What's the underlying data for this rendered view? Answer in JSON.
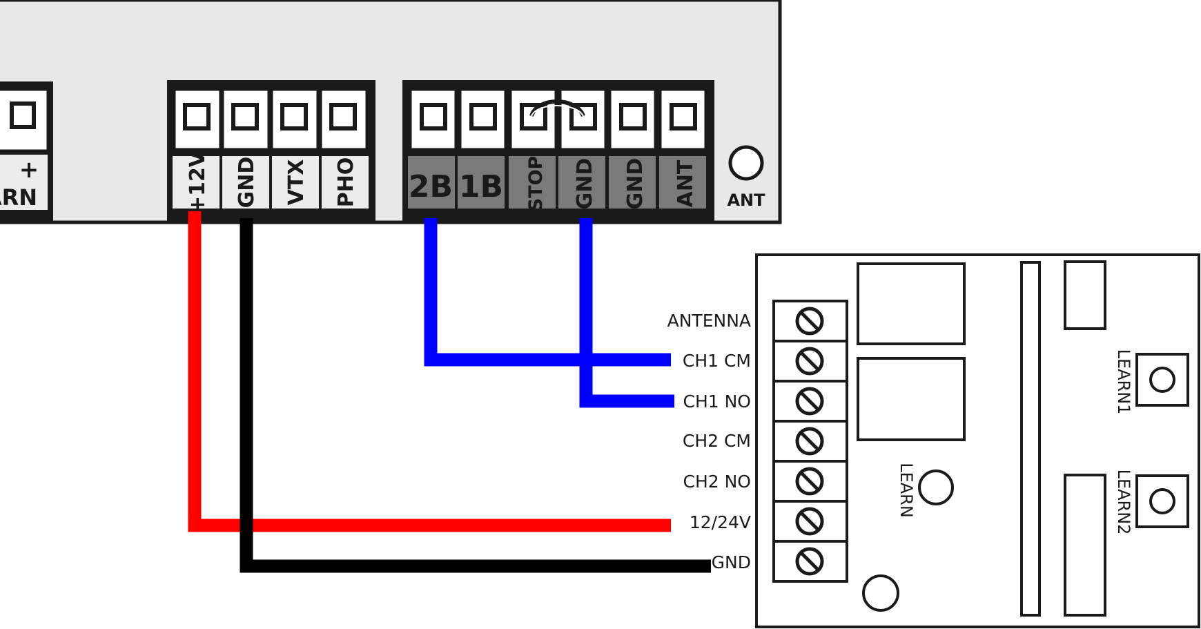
{
  "controller": {
    "left_fragment": {
      "plus": "+",
      "label": "ARN"
    },
    "power_block": [
      "+12V",
      "GND",
      "VTX",
      "PHO"
    ],
    "control_block": [
      "2B",
      "1B",
      "STOP",
      "GND",
      "GND",
      "ANT"
    ],
    "ant_label": "ANT"
  },
  "receiver": {
    "terminals": [
      "ANTENNA",
      "CH1 CM",
      "CH1 NO",
      "CH2 CM",
      "CH2 NO",
      "12/24V",
      "GND"
    ],
    "learn_label": "LEARN",
    "learn1_label": "LEARN1",
    "learn2_label": "LEARN2"
  },
  "wire_colors": {
    "power_positive": "#ff0000",
    "ground": "#000000",
    "channel": "#0000ff"
  },
  "colors": {
    "board_fill": "#e8e8e8",
    "light_label_bg": "#ececec",
    "dark_label_bg": "#7a7a7a",
    "outline": "#1a1a1a"
  }
}
